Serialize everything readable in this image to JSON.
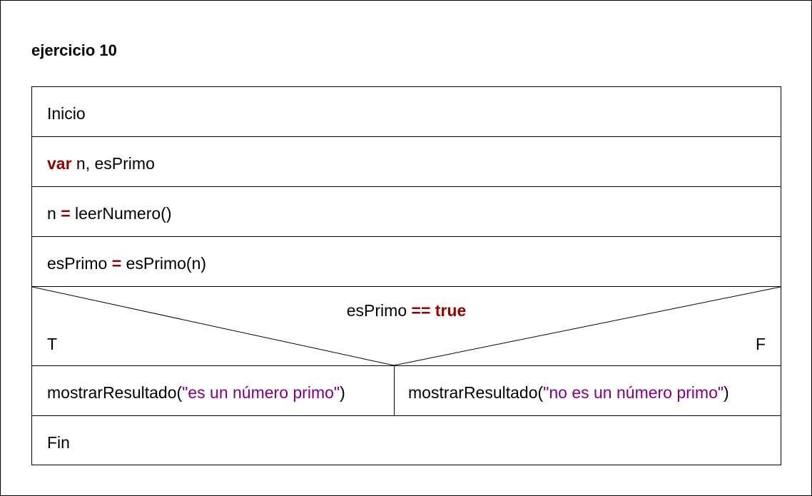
{
  "title": "ejercicio 10",
  "rows": {
    "start": "Inicio",
    "declare": {
      "keyword": "var",
      "rest": " n, esPrimo"
    },
    "assign_n": {
      "left": "n ",
      "op": "=",
      "right": " leerNumero()"
    },
    "assign_prime": {
      "left": "esPrimo ",
      "op": "=",
      "right": " esPrimo(n)"
    },
    "end": "Fin"
  },
  "condition": {
    "left": "esPrimo ",
    "op": "==",
    "space": " ",
    "value": "true",
    "true_label": "T",
    "false_label": "F"
  },
  "branches": {
    "true": {
      "call": "mostrarResultado(",
      "string": "\"es un número primo\"",
      "close": ")"
    },
    "false": {
      "call": "mostrarResultado(",
      "string": "\"no es un número primo\"",
      "close": ")"
    }
  },
  "colors": {
    "keyword": "#990000",
    "string": "#800080",
    "border": "#000000"
  }
}
